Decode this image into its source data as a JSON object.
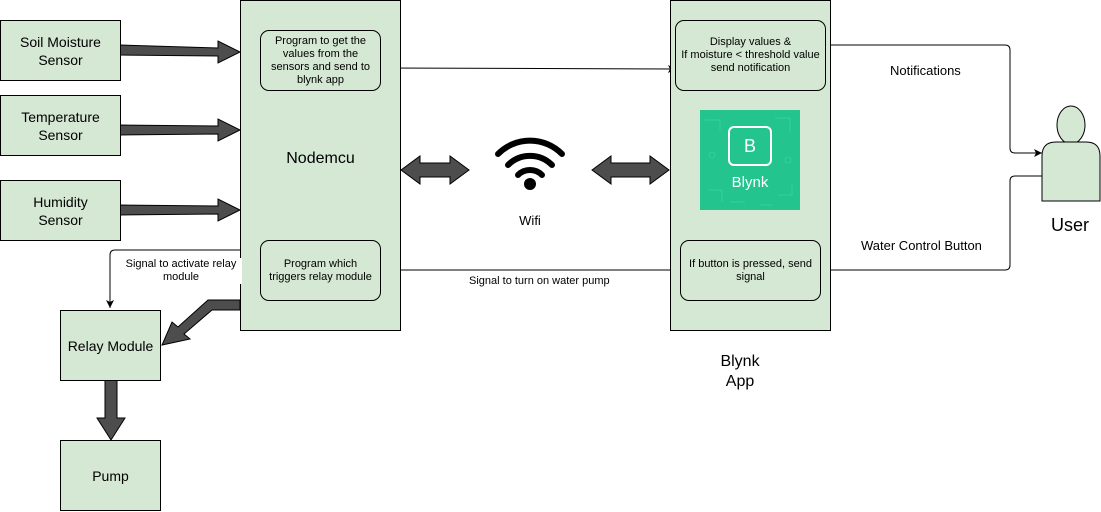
{
  "sensors": {
    "soil": "Soil Moisture\nSensor",
    "temperature": "Temperature\nSensor",
    "humidity": "Humidity\nSensor"
  },
  "nodemcu": {
    "title": "Nodemcu",
    "program_get_values": "Program to get the values from the sensors and send to blynk app",
    "program_trigger_relay": "Program which triggers relay module"
  },
  "relay_module": "Relay Module",
  "pump": "Pump",
  "wifi_label": "Wifi",
  "blynk": {
    "display_values": "Display values &\nIf moisture < threshold value send notification",
    "button_pressed": "If button is pressed, send signal",
    "logo_text": "Blynk",
    "logo_letter": "B",
    "app_label": "Blynk\nApp"
  },
  "user_label": "User",
  "edge_labels": {
    "notifications": "Notifications",
    "water_control_button": "Water Control Button",
    "signal_turn_on_pump": "Signal to turn on water pump",
    "signal_activate_relay": "Signal to activate relay\nmodule"
  },
  "colors": {
    "node_fill": "#d5e8d4",
    "thick_arrow": "#4d4d4d",
    "blynk_green": "#23c48e"
  },
  "icons": [
    "wifi-icon",
    "blynk-logo-icon",
    "user-icon"
  ]
}
